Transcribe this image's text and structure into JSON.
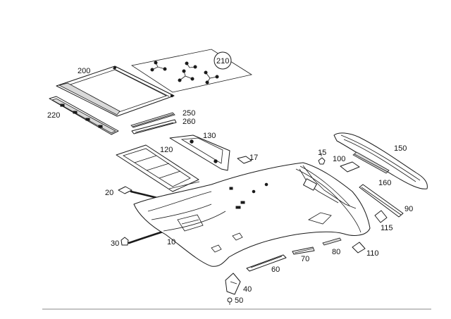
{
  "labels": {
    "p10": "10",
    "p15": "15",
    "p17": "17",
    "p20": "20",
    "p30": "30",
    "p40": "40",
    "p50": "50",
    "p60": "60",
    "p70": "70",
    "p80": "80",
    "p90": "90",
    "p100": "100",
    "p110": "110",
    "p115": "115",
    "p120": "120",
    "p130": "130",
    "p150": "150",
    "p160": "160",
    "p200": "200",
    "p210": "210",
    "p220": "220",
    "p250": "250",
    "p260": "260"
  },
  "colors": {
    "line": "#1a1a1a",
    "background": "#ffffff",
    "baseline": "#888888"
  }
}
